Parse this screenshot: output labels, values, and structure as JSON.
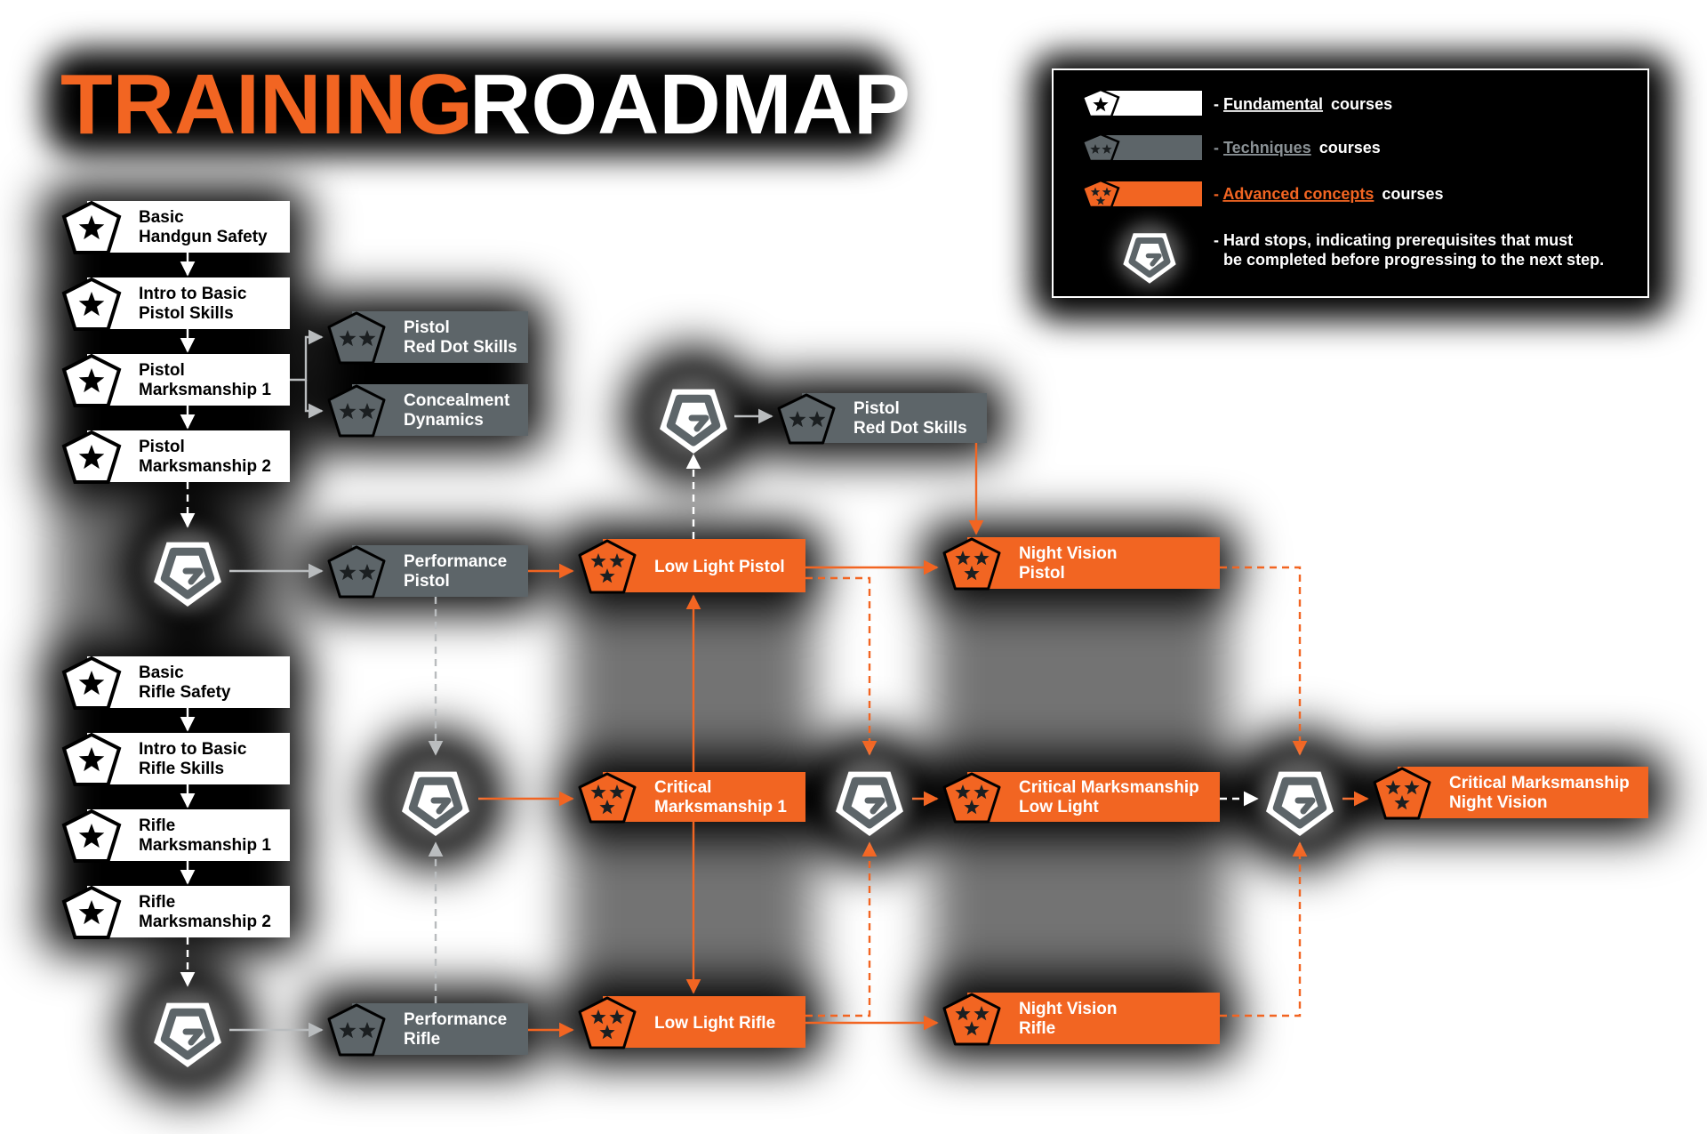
{
  "title": {
    "part1": "TRAINING",
    "part2": "ROADMAP"
  },
  "colors": {
    "orange": "#f26522",
    "gray": "#5d6569",
    "white": "#ffffff",
    "black": "#000000",
    "arrow_gray": "#b9bcbe",
    "arrow_orange": "#f26522"
  },
  "legend": {
    "items": [
      {
        "dash": "-",
        "highlight": "Fundamental",
        "rest": "courses",
        "tier": "fundamental"
      },
      {
        "dash": "-",
        "highlight": "Techniques",
        "rest": "courses",
        "tier": "technique"
      },
      {
        "dash": "-",
        "highlight": "Advanced concepts",
        "rest": "courses",
        "tier": "advanced"
      }
    ],
    "hardstop": {
      "dash": "-",
      "line1": "Hard stops, indicating prerequisites that must",
      "line2": "be completed before progressing to the next step."
    }
  },
  "courses": [
    {
      "id": "basic-handgun-safety",
      "tier": "fundamental",
      "lines": [
        "Basic",
        "Handgun Safety"
      ]
    },
    {
      "id": "intro-basic-pistol",
      "tier": "fundamental",
      "lines": [
        "Intro to Basic",
        "Pistol Skills"
      ]
    },
    {
      "id": "pistol-marksmanship-1",
      "tier": "fundamental",
      "lines": [
        "Pistol",
        "Marksmanship 1"
      ]
    },
    {
      "id": "pistol-marksmanship-2",
      "tier": "fundamental",
      "lines": [
        "Pistol",
        "Marksmanship 2"
      ]
    },
    {
      "id": "basic-rifle-safety",
      "tier": "fundamental",
      "lines": [
        "Basic",
        "Rifle Safety"
      ]
    },
    {
      "id": "intro-basic-rifle",
      "tier": "fundamental",
      "lines": [
        "Intro to Basic",
        "Rifle Skills"
      ]
    },
    {
      "id": "rifle-marksmanship-1",
      "tier": "fundamental",
      "lines": [
        "Rifle",
        "Marksmanship 1"
      ]
    },
    {
      "id": "rifle-marksmanship-2",
      "tier": "fundamental",
      "lines": [
        "Rifle",
        "Marksmanship 2"
      ]
    },
    {
      "id": "pistol-red-dot-a",
      "tier": "technique",
      "lines": [
        "Pistol",
        "Red Dot Skills"
      ]
    },
    {
      "id": "concealment-dynamics",
      "tier": "technique",
      "lines": [
        "Concealment",
        "Dynamics"
      ]
    },
    {
      "id": "pistol-red-dot-b",
      "tier": "technique",
      "lines": [
        "Pistol",
        "Red Dot Skills"
      ]
    },
    {
      "id": "performance-pistol",
      "tier": "technique",
      "lines": [
        "Performance",
        "Pistol"
      ]
    },
    {
      "id": "performance-rifle",
      "tier": "technique",
      "lines": [
        "Performance",
        "Rifle"
      ]
    },
    {
      "id": "low-light-pistol",
      "tier": "advanced",
      "lines": [
        "Low Light Pistol"
      ]
    },
    {
      "id": "night-vision-pistol",
      "tier": "advanced",
      "lines": [
        "Night Vision",
        "Pistol"
      ]
    },
    {
      "id": "critical-marksmanship-1",
      "tier": "advanced",
      "lines": [
        "Critical",
        "Marksmanship 1"
      ]
    },
    {
      "id": "critical-marksmanship-low-light",
      "tier": "advanced",
      "lines": [
        "Critical Marksmanship",
        "Low Light"
      ]
    },
    {
      "id": "critical-marksmanship-night-vision",
      "tier": "advanced",
      "lines": [
        "Critical Marksmanship",
        "Night Vision"
      ]
    },
    {
      "id": "low-light-rifle",
      "tier": "advanced",
      "lines": [
        "Low Light Rifle"
      ]
    },
    {
      "id": "night-vision-rifle",
      "tier": "advanced",
      "lines": [
        "Night Vision",
        "Rifle"
      ]
    }
  ],
  "hardstops": [
    "hardstop-pistol",
    "hardstop-rifle",
    "hardstop-critical-1",
    "hardstop-red-dot",
    "hardstop-low-light",
    "hardstop-night-vision"
  ]
}
